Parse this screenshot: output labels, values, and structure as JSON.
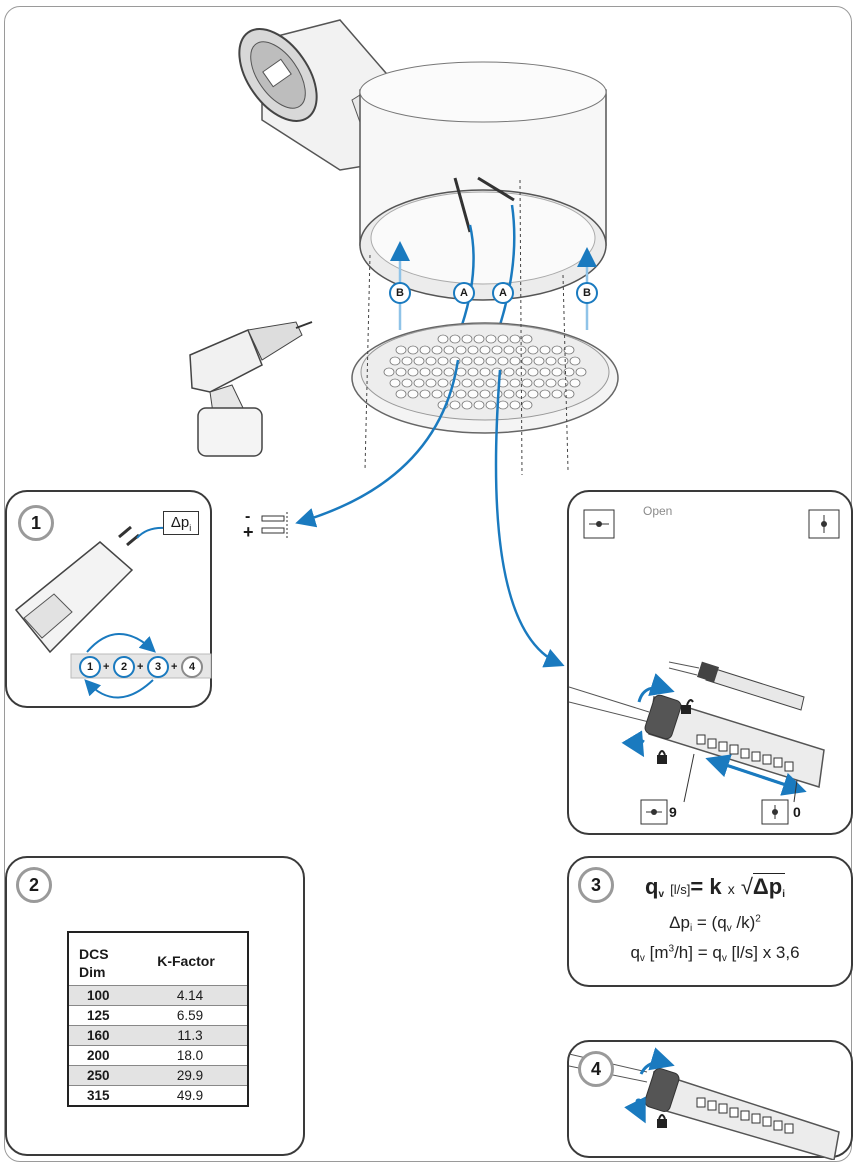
{
  "colors": {
    "accent": "#1a7abf",
    "border": "#3a3a3a",
    "frame": "#9a9a9a",
    "table_alt": "#e3e3e3"
  },
  "labels": {
    "a": "A",
    "b": "B",
    "open": "Open",
    "nine": "9",
    "zero": "0",
    "minus": "-",
    "plus": "+"
  },
  "step1": {
    "badge": "1",
    "dp_label": "Δp",
    "dp_sub": "i",
    "sequence": [
      "1",
      "2",
      "3",
      "4"
    ],
    "sep": "+"
  },
  "step2": {
    "badge": "2",
    "table": {
      "header_dcs": "DCS",
      "header_dim": "Dim",
      "header_k": "K-Factor",
      "rows": [
        {
          "dim": "100",
          "k": "4.14"
        },
        {
          "dim": "125",
          "k": "6.59"
        },
        {
          "dim": "160",
          "k": "11.3"
        },
        {
          "dim": "200",
          "k": "18.0"
        },
        {
          "dim": "250",
          "k": "29.9"
        },
        {
          "dim": "315",
          "k": "49.9"
        }
      ]
    }
  },
  "step3": {
    "badge": "3",
    "f1_q": "q",
    "f1_sub": "v",
    "f1_unit": "[l/s]",
    "f1_eq": "= k",
    "f1_times": "x",
    "f1_root": "Δp",
    "f1_root_sub": "i",
    "f2": "Δp",
    "f2_sub": "i",
    "f2_rest": " = (q",
    "f2_sub2": "v",
    "f2_tail": " /k)",
    "f2_sup": "2",
    "f3_q": "q",
    "f3_sub": "v",
    "f3_unit": " [m",
    "f3_sup": "3",
    "f3_mid": "/h] = q",
    "f3_sub2": "v",
    "f3_tail": " [l/s] x 3,6"
  },
  "step4": {
    "badge": "4"
  }
}
